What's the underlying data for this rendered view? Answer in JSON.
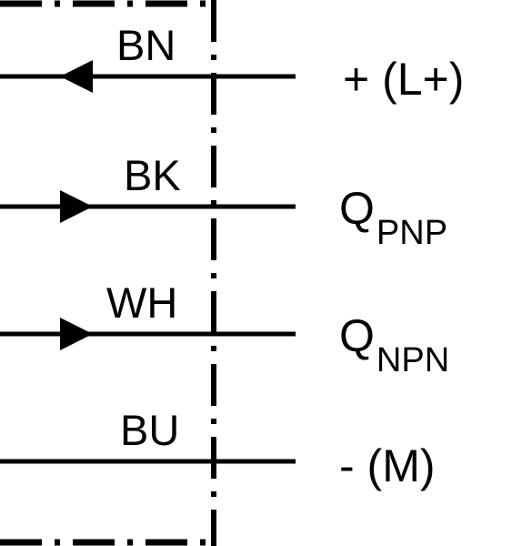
{
  "wires": [
    {
      "code": "BN",
      "direction": "in",
      "signal": "+ (L+)",
      "signal_sub": ""
    },
    {
      "code": "BK",
      "direction": "out",
      "signal": "Q",
      "signal_sub": "PNP"
    },
    {
      "code": "WH",
      "direction": "out",
      "signal": "Q",
      "signal_sub": "NPN"
    },
    {
      "code": "BU",
      "direction": "none",
      "signal": "- (M)",
      "signal_sub": ""
    }
  ]
}
